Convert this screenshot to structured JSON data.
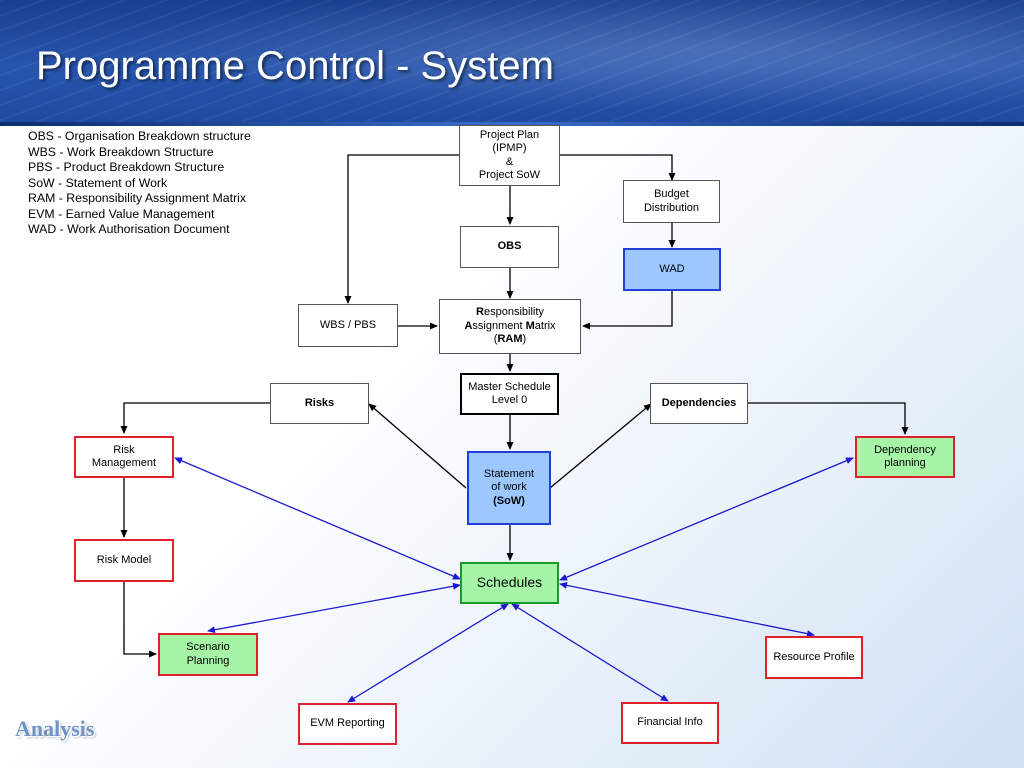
{
  "slide": {
    "title": "Programme Control - System",
    "footer_logo_text": "Analysis"
  },
  "legend": [
    "OBS - Organisation Breakdown structure",
    "WBS - Work Breakdown Structure",
    "PBS - Product Breakdown Structure",
    "SoW - Statement of Work",
    "RAM - Responsibility Assignment Matrix",
    "EVM - Earned Value Management",
    "WAD - Work Authorisation Document"
  ],
  "nodes": {
    "project_plan": [
      "Project Plan",
      "(IPMP)",
      "&",
      "Project SoW"
    ],
    "budget": [
      "Budget",
      "Distribution"
    ],
    "obs": "OBS",
    "wad": "WAD",
    "wbs_pbs": "WBS / PBS",
    "ram": {
      "line1_bold": "R",
      "line1_rest": "esponsibility",
      "line2_bold1": "A",
      "line2_mid": "ssignment ",
      "line2_bold2": "M",
      "line2_rest": "atrix",
      "line3_open": "(",
      "line3_bold": "RAM",
      "line3_close": ")"
    },
    "master_schedule": [
      "Master Schedule",
      "Level 0"
    ],
    "risks": "Risks",
    "dependencies": "Dependencies",
    "risk_management": [
      "Risk",
      "Management"
    ],
    "dependency_planning": [
      "Dependency",
      "planning"
    ],
    "statement_of_work": [
      "Statement",
      "of work",
      "(SoW)"
    ],
    "risk_model": "Risk Model",
    "schedules": "Schedules",
    "scenario_planning": [
      "Scenario",
      "Planning"
    ],
    "resource_profile": "Resource Profile",
    "evm_reporting": "EVM Reporting",
    "financial_info": "Financial Info"
  },
  "colors": {
    "header_blue": "#2755ad",
    "box_red_border": "#e0202a",
    "box_green_fill": "#a6f4a6",
    "box_blue_fill": "#9cc8ff",
    "box_blue_border": "#1f3fd8",
    "schedules_border": "#1a9a2a",
    "flow_arrow": "#000000",
    "link_arrow": "#1a1ad0"
  }
}
